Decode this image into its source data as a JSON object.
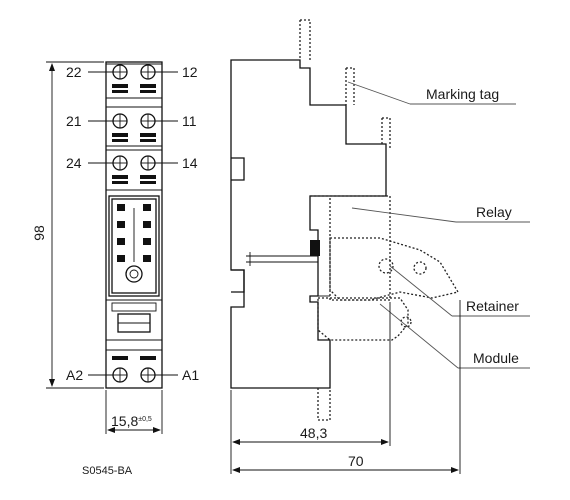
{
  "terminals": {
    "left": [
      "22",
      "21",
      "24",
      "A2"
    ],
    "right": [
      "12",
      "11",
      "14",
      "A1"
    ]
  },
  "dimensions": {
    "height": "98",
    "width": "15,8",
    "width_tolerance": "±0,5",
    "depth_inner": "48,3",
    "depth_total": "70"
  },
  "callouts": {
    "marking_tag": "Marking tag",
    "relay": "Relay",
    "retainer": "Retainer",
    "module": "Module"
  },
  "figure_code": "S0545-BA"
}
